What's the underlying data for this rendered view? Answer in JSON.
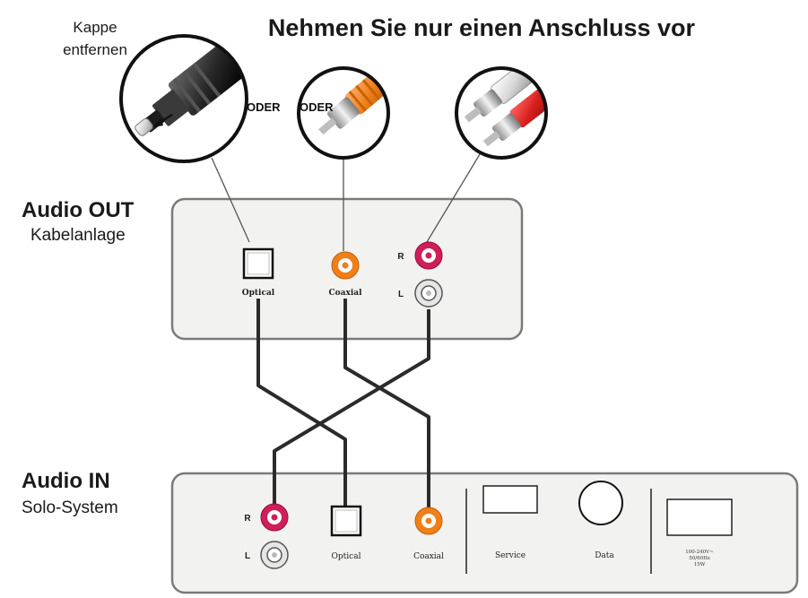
{
  "title": "Nehmen Sie nur einen Anschluss vor",
  "cap_note": [
    "Kappe",
    "entfernen"
  ],
  "oder": [
    "ODER",
    "ODER"
  ],
  "out_device": {
    "heading": "Audio OUT",
    "sub": "Kabelanlage",
    "ports": {
      "optical": "Optical",
      "coaxial": "Coaxial",
      "r": "R",
      "l": "L"
    }
  },
  "in_device": {
    "heading": "Audio IN",
    "sub": "Solo-System",
    "ports": {
      "r": "R",
      "l": "L",
      "optical": "Optical",
      "coaxial": "Coaxial",
      "service": "Service",
      "data": "Data"
    },
    "power_label": [
      "100-240V~",
      "50/60Hz",
      "15W"
    ]
  },
  "colors": {
    "panel_fill": "#f2f2f0",
    "panel_stroke": "#777777",
    "coaxial_orange": "#f07f1a",
    "rca_red": "#d01e5a",
    "rca_white": "#e9e9e9",
    "cable": "#2b2b2b"
  },
  "icons": [
    "optical-plug-icon",
    "coaxial-plug-icon",
    "rca-plugs-icon",
    "dust-cap-icon"
  ]
}
